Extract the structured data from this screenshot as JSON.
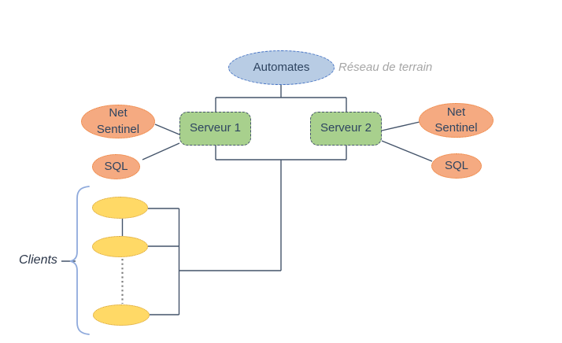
{
  "nodes": {
    "automates": {
      "label": "Automates",
      "type": "ellipse"
    },
    "serveur1": {
      "label": "Serveur 1",
      "type": "rounded-rect"
    },
    "serveur2": {
      "label": "Serveur 2",
      "type": "rounded-rect"
    },
    "net_sentinel_left": {
      "label": "Net Sentinel",
      "type": "ellipse"
    },
    "sql_left": {
      "label": "SQL",
      "type": "ellipse"
    },
    "net_sentinel_right": {
      "label": "Net Sentinel",
      "type": "ellipse"
    },
    "sql_right": {
      "label": "SQL",
      "type": "ellipse"
    },
    "clients_group": {
      "label": "Clients",
      "client_node_count": 3
    }
  },
  "annotations": {
    "field_network_label": "Réseau de terrain"
  },
  "colors": {
    "automates_fill": "#b8cce4",
    "automates_border": "#4472c4",
    "server_fill": "#a8d08d",
    "server_border": "#44546a",
    "net_sentinel_fill": "#f5aa81",
    "net_sentinel_border": "#ed7d31",
    "client_fill": "#ffd966",
    "client_border": "#cf9b3c",
    "connector_line": "#44546a",
    "dotted_link": "#808080",
    "brace": "#8faadc",
    "muted_label_text": "#a6a6a6",
    "node_text": "#2e4460"
  }
}
